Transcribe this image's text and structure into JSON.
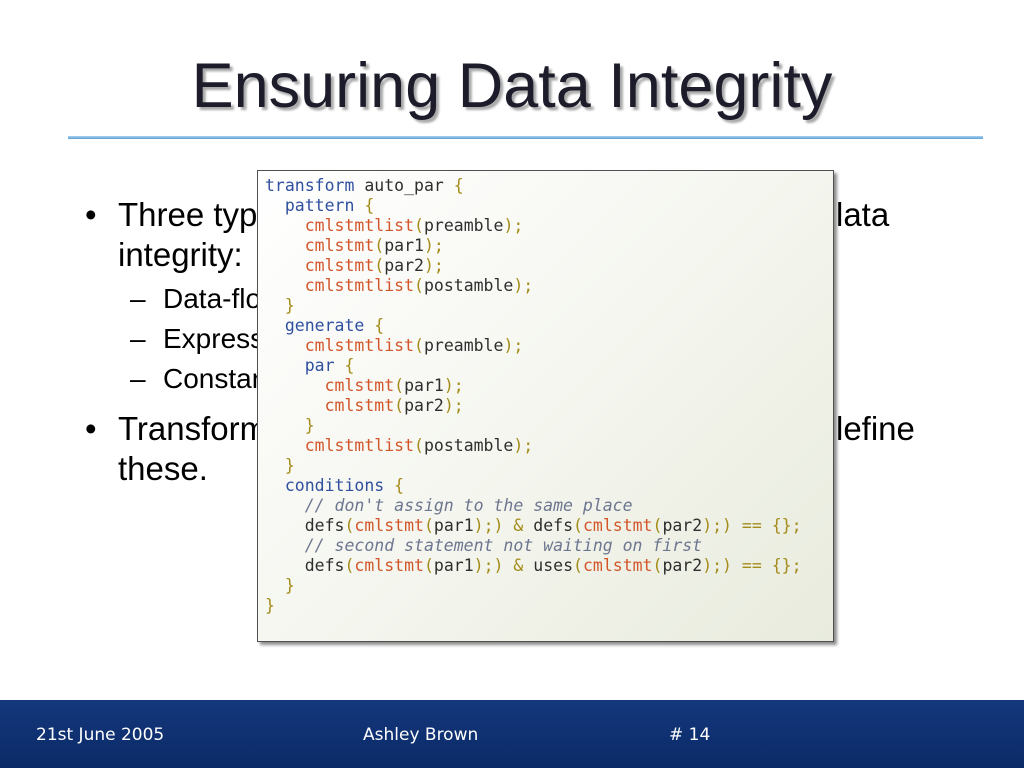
{
  "slide": {
    "title": "Ensuring Data Integrity",
    "markers": {
      "bullet": "•",
      "sub": "–"
    },
    "bullets": [
      {
        "line1": "Three typ",
        "line1_right": "lata",
        "line2": "integrity:",
        "subitems": [
          "Data-flo",
          "Express",
          "Constar"
        ]
      },
      {
        "line1": "Transform",
        "line1_right": "lefine",
        "line2": "these."
      }
    ]
  },
  "code": {
    "syntax_colors": {
      "kw": "#2f4f9f",
      "fn": "#d2562a",
      "p": "#a48c1a",
      "id": "#2e2e2e",
      "cm": "#6d7690"
    },
    "lines": [
      [
        [
          "kw",
          "transform"
        ],
        [
          "id",
          " auto_par "
        ],
        [
          "p",
          "{"
        ]
      ],
      [
        [
          "kw",
          "  pattern "
        ],
        [
          "p",
          "{"
        ]
      ],
      [
        [
          "fn",
          "    cmlstmtlist"
        ],
        [
          "p",
          "("
        ],
        [
          "id",
          "preamble"
        ],
        [
          "p",
          ");"
        ]
      ],
      [
        [
          "fn",
          "    cmlstmt"
        ],
        [
          "p",
          "("
        ],
        [
          "id",
          "par1"
        ],
        [
          "p",
          ");"
        ]
      ],
      [
        [
          "fn",
          "    cmlstmt"
        ],
        [
          "p",
          "("
        ],
        [
          "id",
          "par2"
        ],
        [
          "p",
          ");"
        ]
      ],
      [
        [
          "fn",
          "    cmlstmtlist"
        ],
        [
          "p",
          "("
        ],
        [
          "id",
          "postamble"
        ],
        [
          "p",
          ");"
        ]
      ],
      [
        [
          "p",
          "  }"
        ]
      ],
      [
        [
          "kw",
          "  generate "
        ],
        [
          "p",
          "{"
        ]
      ],
      [
        [
          "fn",
          "    cmlstmtlist"
        ],
        [
          "p",
          "("
        ],
        [
          "id",
          "preamble"
        ],
        [
          "p",
          ");"
        ]
      ],
      [
        [
          "kw",
          "    par "
        ],
        [
          "p",
          "{"
        ]
      ],
      [
        [
          "fn",
          "      cmlstmt"
        ],
        [
          "p",
          "("
        ],
        [
          "id",
          "par1"
        ],
        [
          "p",
          ");"
        ]
      ],
      [
        [
          "fn",
          "      cmlstmt"
        ],
        [
          "p",
          "("
        ],
        [
          "id",
          "par2"
        ],
        [
          "p",
          ");"
        ]
      ],
      [
        [
          "p",
          "    }"
        ]
      ],
      [
        [
          "fn",
          "    cmlstmtlist"
        ],
        [
          "p",
          "("
        ],
        [
          "id",
          "postamble"
        ],
        [
          "p",
          ");"
        ]
      ],
      [
        [
          "p",
          "  }"
        ]
      ],
      [
        [
          "kw",
          "  conditions "
        ],
        [
          "p",
          "{"
        ]
      ],
      [
        [
          "cm",
          "    // don't assign to the same place"
        ]
      ],
      [
        [
          "id",
          "    defs"
        ],
        [
          "p",
          "("
        ],
        [
          "fn",
          "cmlstmt"
        ],
        [
          "p",
          "("
        ],
        [
          "id",
          "par1"
        ],
        [
          "p",
          ");) & "
        ],
        [
          "id",
          "defs"
        ],
        [
          "p",
          "("
        ],
        [
          "fn",
          "cmlstmt"
        ],
        [
          "p",
          "("
        ],
        [
          "id",
          "par2"
        ],
        [
          "p",
          ");) == {};"
        ]
      ],
      [
        [
          "cm",
          "    // second statement not waiting on first"
        ]
      ],
      [
        [
          "id",
          "    defs"
        ],
        [
          "p",
          "("
        ],
        [
          "fn",
          "cmlstmt"
        ],
        [
          "p",
          "("
        ],
        [
          "id",
          "par1"
        ],
        [
          "p",
          ");) & "
        ],
        [
          "id",
          "uses"
        ],
        [
          "p",
          "("
        ],
        [
          "fn",
          "cmlstmt"
        ],
        [
          "p",
          "("
        ],
        [
          "id",
          "par2"
        ],
        [
          "p",
          ");) == {};"
        ]
      ],
      [
        [
          "p",
          "  }"
        ]
      ],
      [
        [
          "p",
          "}"
        ]
      ]
    ]
  },
  "footer": {
    "date": "21st June 2005",
    "author": "Ashley Brown",
    "slide_number": "# 14"
  }
}
